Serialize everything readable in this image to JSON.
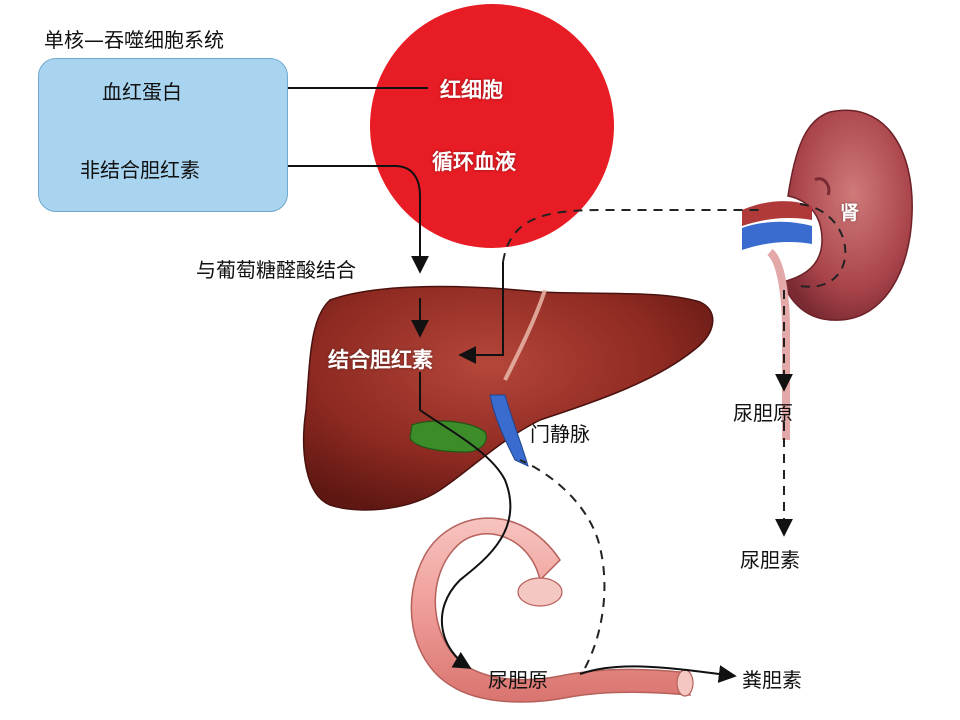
{
  "labels": {
    "mps_title": "单核—吞噬细胞系统",
    "hemoglobin": "血红蛋白",
    "unconjugated": "非结合胆红素",
    "rbc": "红细胞",
    "circulation": "循环血液",
    "glucuronide": "与葡萄糖醛酸结合",
    "conjugated": "结合胆红素",
    "portal_vein": "门静脉",
    "kidney": "肾",
    "urobilinogen_urine": "尿胆原",
    "urobilin": "尿胆素",
    "urobilinogen_gut": "尿胆原",
    "stercobilin": "粪胆素"
  },
  "colors": {
    "box_fill": "#a8d4f0",
    "circle_fill": "#e81c24",
    "liver": "#8e2a22",
    "kidney": "#a8434a",
    "gallbladder": "#3d8c2a",
    "intestine": "#f0a5a0",
    "vein": "#3a6ccf"
  }
}
